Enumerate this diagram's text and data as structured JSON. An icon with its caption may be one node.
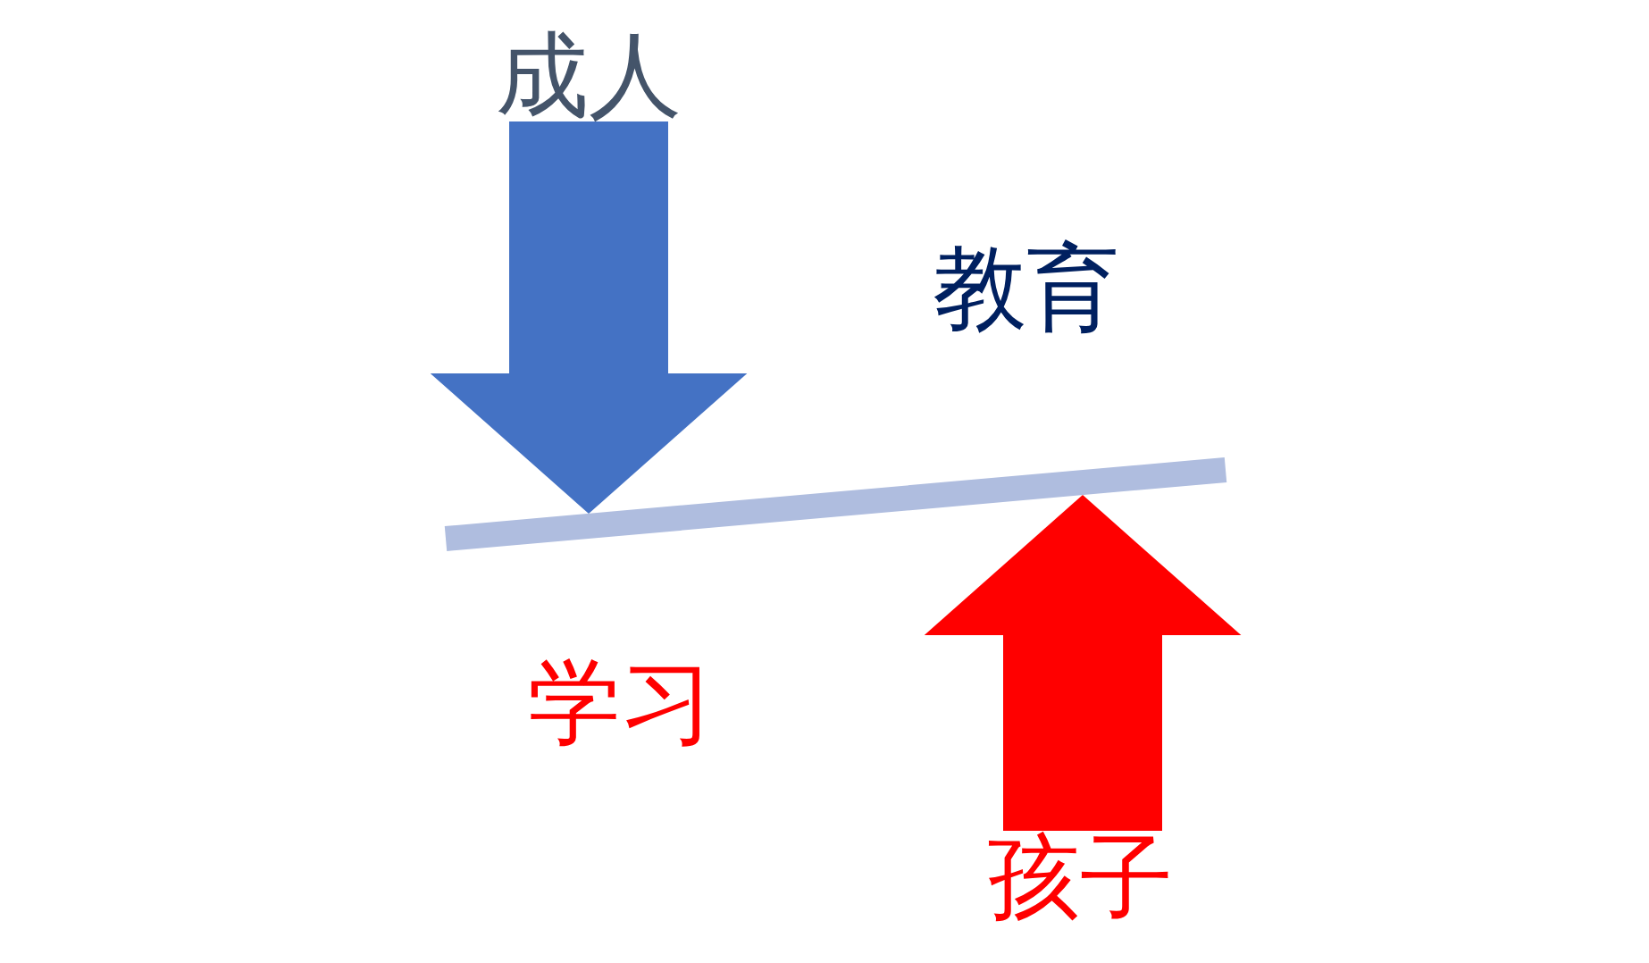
{
  "diagram": {
    "nodes": [
      {
        "text": [
          "成人"
        ]
      },
      {
        "text": [],
        "shape": "bar"
      },
      {
        "text": [
          "孩子"
        ]
      }
    ],
    "edges": [
      {
        "from": 0,
        "to": 1,
        "arrow": "to",
        "color": "#4472c4"
      },
      {
        "from": 2,
        "to": 1,
        "arrow": "to",
        "color": "#ff0000"
      }
    ],
    "labels": [
      "教育",
      "学习"
    ]
  }
}
